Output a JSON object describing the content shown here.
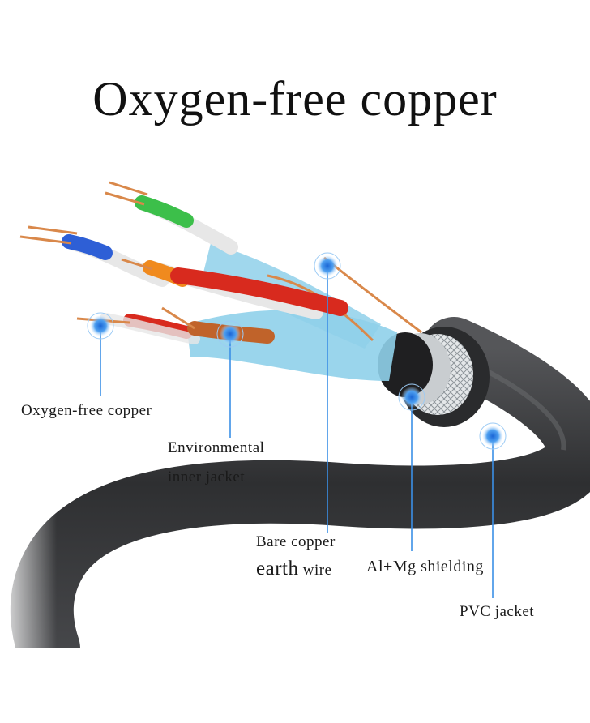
{
  "title": "Oxygen-free copper",
  "labels": {
    "oxygen_free_copper": "Oxygen-free copper",
    "environmental_line1": "Environmental",
    "environmental_line2": "inner jacket",
    "bare_copper_line1": "Bare copper",
    "bare_copper_line2_big": "earth",
    "bare_copper_line2_small": "wire",
    "al_mg": "Al+Mg shielding",
    "pvc": "PVC jacket"
  },
  "colors": {
    "cable_jacket": "#3a3b3d",
    "pointer": "#3b8fe6",
    "copper": "#d9884a",
    "foil": "#8fd0ea",
    "braid": "#cfd3d6"
  },
  "wire_colors": [
    "green",
    "blue",
    "orange",
    "red",
    "brown"
  ]
}
